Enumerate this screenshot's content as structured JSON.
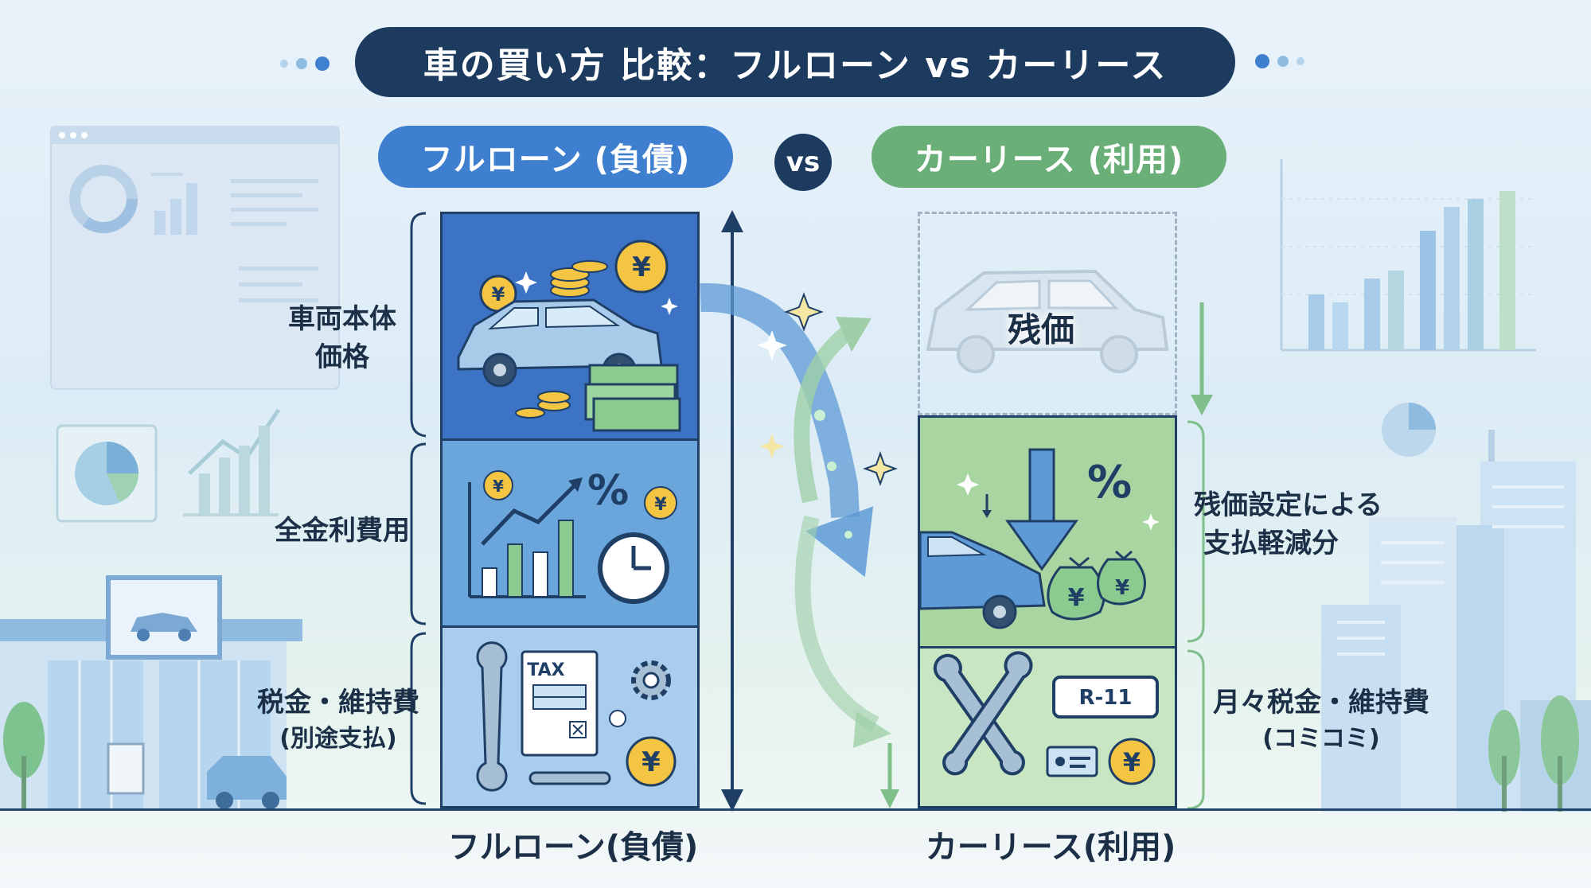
{
  "title": "車の買い方 比較：フルローン vs カーリース",
  "header": {
    "left_pill": "フルローン (負債)",
    "vs": "vs",
    "right_pill": "カーリース (利用)"
  },
  "left_column": {
    "segments": [
      {
        "label_line1": "車両本体",
        "label_line2": "価格"
      },
      {
        "label_line1": "全金利費用"
      },
      {
        "label_line1": "税金・維持費",
        "label_line2": "(別途支払)"
      }
    ],
    "tax_text": "TAX",
    "bottom_label": "フルローン(負債)"
  },
  "right_column": {
    "residual_label": "残価",
    "segments": [
      {
        "label_line1": "残価設定による",
        "label_line2": "支払軽減分"
      },
      {
        "label_line1": "月々税金・維持費",
        "label_line2": "(コミコミ)"
      }
    ],
    "plate_text": "R-11",
    "bottom_label": "カーリース(利用)"
  },
  "symbols": {
    "yen": "¥",
    "percent": "%"
  },
  "colors": {
    "navy": "#1c3b5e",
    "loan_blue": "#3f7fcf",
    "lease_green": "#6aae78"
  }
}
